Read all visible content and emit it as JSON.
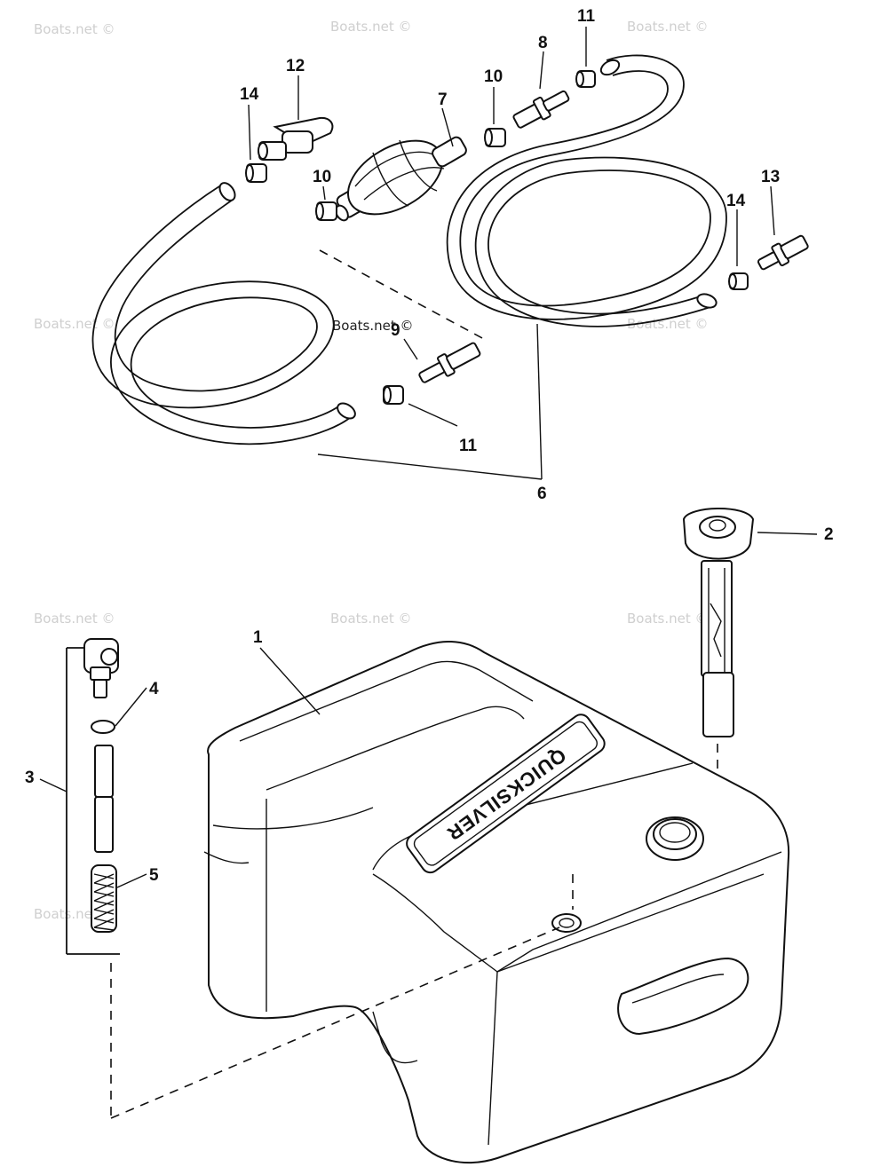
{
  "watermark": "Boats.net ©",
  "tank_brand": "QUICKSILVER",
  "callouts": {
    "c1": "1",
    "c2": "2",
    "c3": "3",
    "c4": "4",
    "c5": "5",
    "c6": "6",
    "c7": "7",
    "c8": "8",
    "c9": "9",
    "c10a": "10",
    "c10b": "10",
    "c11a": "11",
    "c11b": "11",
    "c12": "12",
    "c13": "13",
    "c14a": "14",
    "c14b": "14"
  }
}
